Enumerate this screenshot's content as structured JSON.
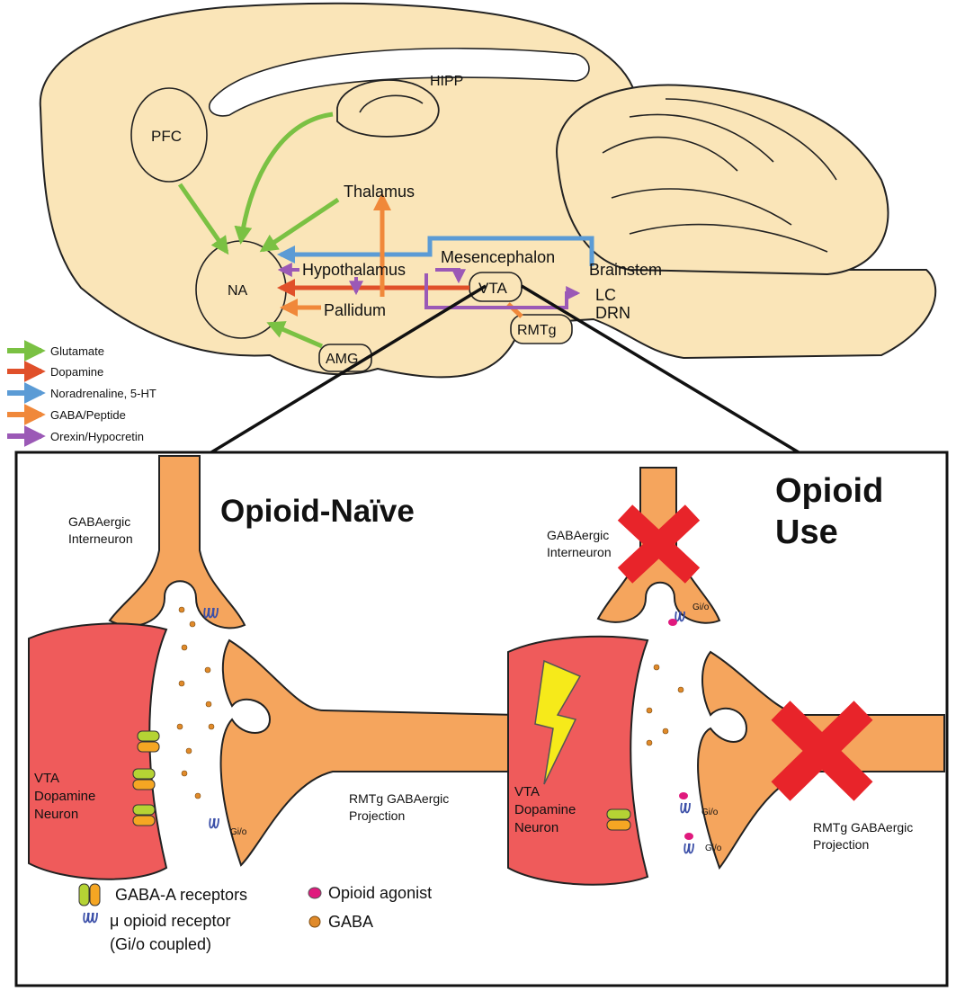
{
  "brain": {
    "regions": {
      "pfc": "PFC",
      "hipp": "HIPP",
      "thalamus": "Thalamus",
      "na": "NA",
      "hypothalamus": "Hypothalamus",
      "pallidum": "Pallidum",
      "mesencephalon": "Mesencephalon",
      "vta": "VTA",
      "brainstem": "Brainstem",
      "lc": "LC",
      "drn": "DRN",
      "rmtg": "RMTg",
      "amg": "AMG"
    }
  },
  "legend": {
    "items": [
      {
        "label": "Glutamate",
        "color": "#7ac143"
      },
      {
        "label": "Dopamine",
        "color": "#e0502a"
      },
      {
        "label": "Noradrenaline, 5-HT",
        "color": "#5b9bd5"
      },
      {
        "label": "GABA/Peptide",
        "color": "#f0883a"
      },
      {
        "label": "Orexin/Hypocretin",
        "color": "#9b59b6"
      }
    ]
  },
  "synapse": {
    "naive": {
      "title": "Opioid-Naïve",
      "interneuron": [
        "GABAergic",
        "Interneuron"
      ],
      "vta_neuron": [
        "VTA",
        "Dopamine",
        "Neuron"
      ],
      "rmtg": [
        "RMTg GABAergic",
        "Projection"
      ],
      "gio": "Gi/o"
    },
    "use": {
      "title": [
        "Opioid",
        "Use"
      ],
      "interneuron": [
        "GABAergic",
        "Interneuron"
      ],
      "vta_neuron": [
        "VTA",
        "Dopamine",
        "Neuron"
      ],
      "rmtg": [
        "RMTg GABAergic",
        "Projection"
      ],
      "gio_1": "Gi/o",
      "gio_2": "Gi/o",
      "gio_3": "Gi/o"
    },
    "key": {
      "gaba_a": "GABA-A receptors",
      "mu_opioid_1": "μ opioid receptor",
      "mu_opioid_2": "(Gi/o coupled)",
      "opioid_agonist": "Opioid agonist",
      "gaba": "GABA"
    }
  },
  "colors": {
    "brain": "#fae5b8",
    "neuron_orange": "#f5a55d",
    "neuron_red": "#ef5b5b",
    "x_red": "#e8242a",
    "bolt": "#f6ea1a",
    "receptor_green": "#b5d334",
    "receptor_orange": "#f5a623",
    "opioid_pink": "#e0197d",
    "gaba_dot": "#e08a2a"
  }
}
